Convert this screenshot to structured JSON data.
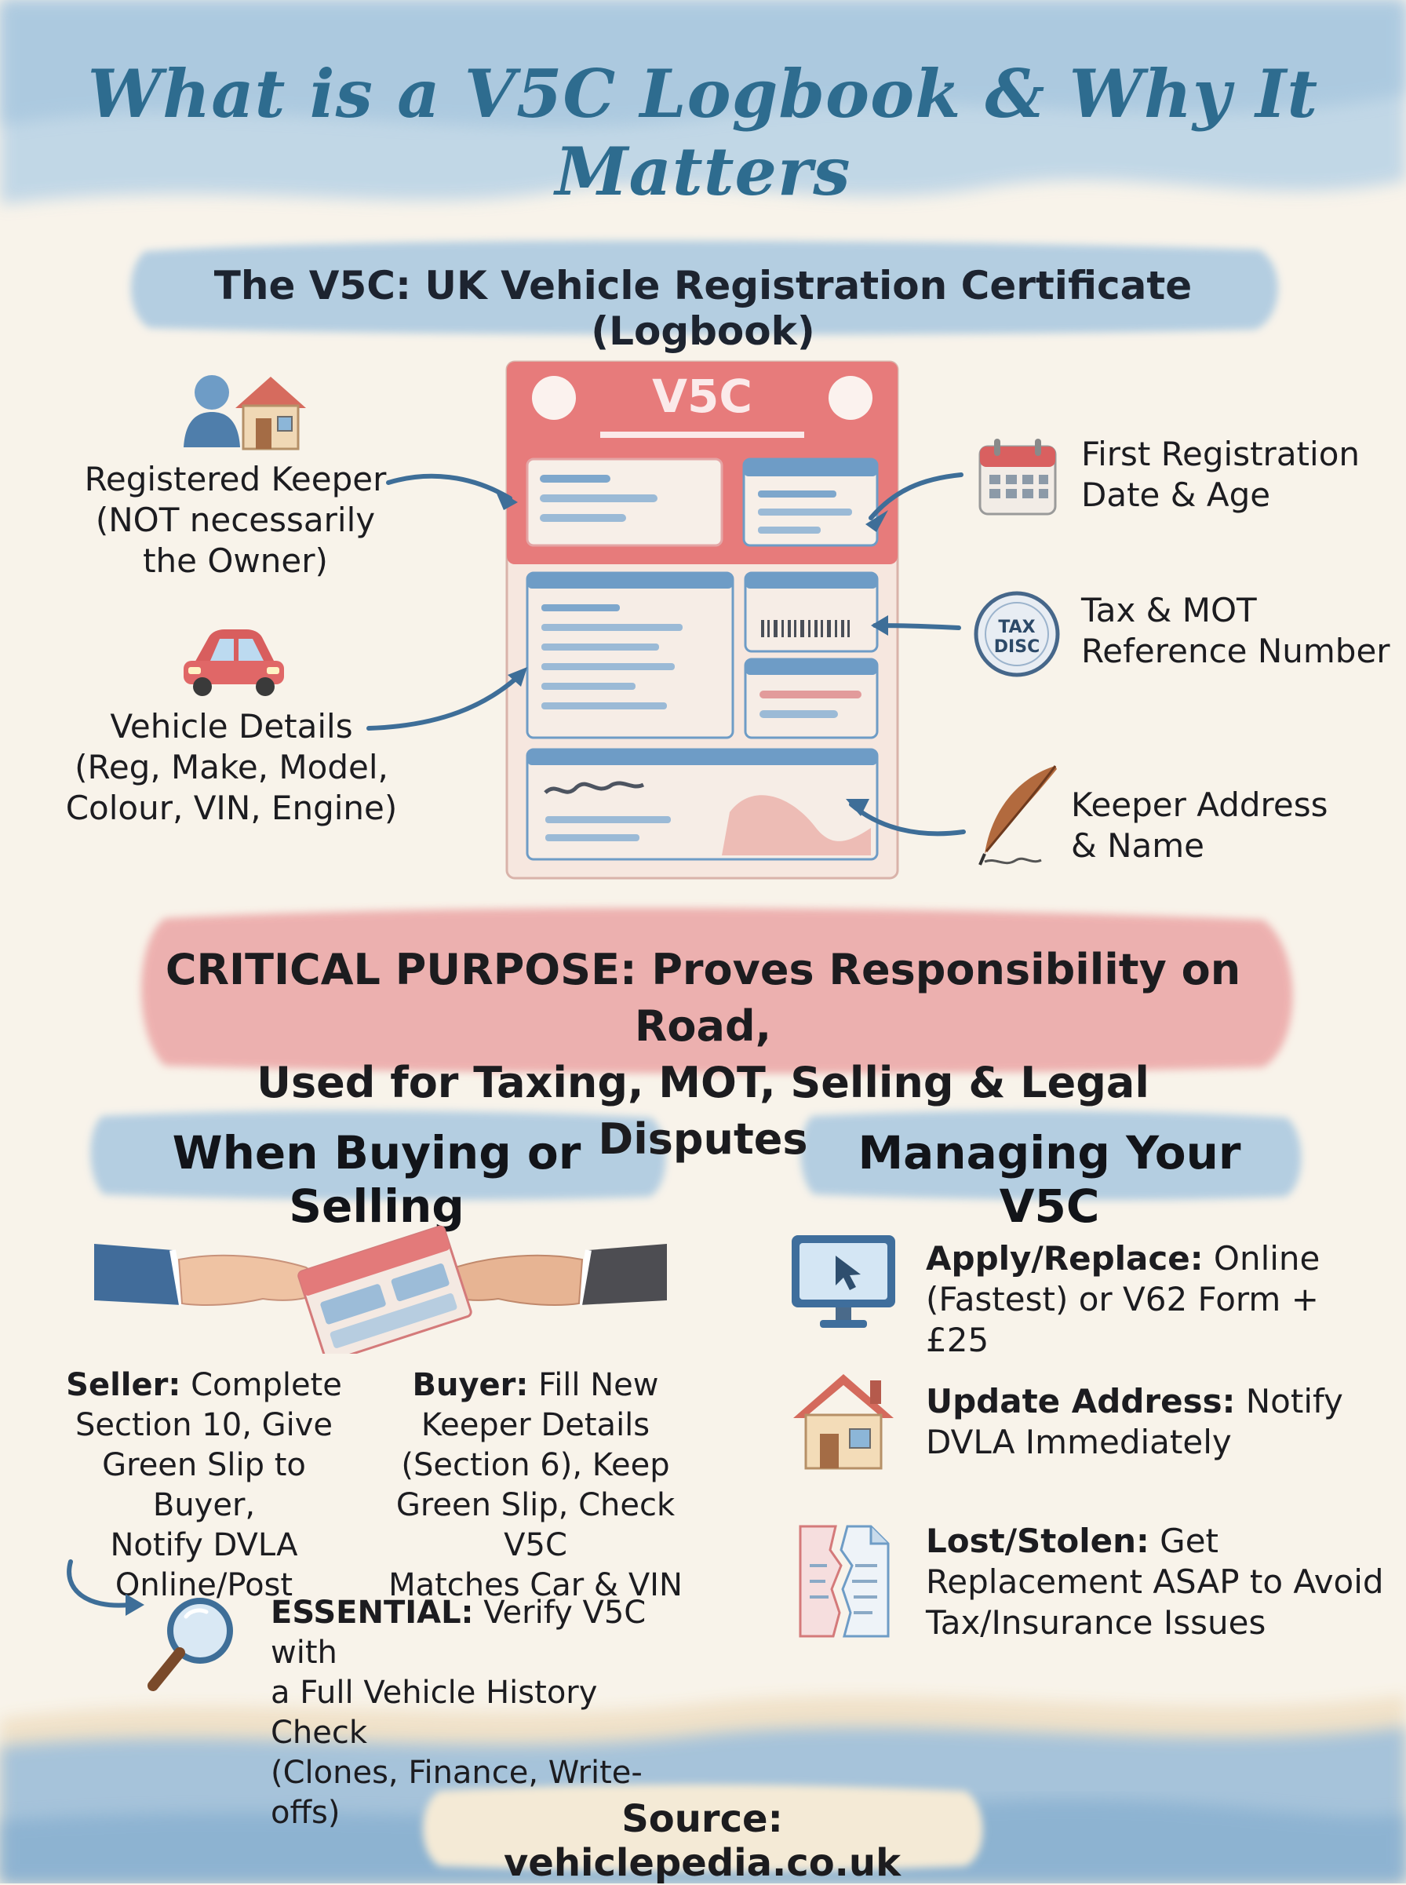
{
  "title": "What is a V5C Logbook & Why It Matters",
  "subtitle": "The V5C: UK Vehicle Registration Certificate (Logbook)",
  "card": {
    "label": "V5C"
  },
  "callouts": {
    "registered_keeper": [
      "Registered Keeper",
      "(NOT necessarily",
      "the Owner)"
    ],
    "vehicle_details": [
      "Vehicle Details",
      "(Reg, Make, Model,",
      "Colour, VIN, Engine)"
    ],
    "first_registration": [
      "First Registration",
      "Date & Age"
    ],
    "tax_mot": [
      "Tax & MOT",
      "Reference Number"
    ],
    "tax_disc_icon": [
      "TAX",
      "DISC"
    ],
    "keeper_address": [
      "Keeper Address",
      "& Name"
    ]
  },
  "critical": [
    "CRITICAL PURPOSE: Proves Responsibility on Road,",
    "Used for Taxing, MOT, Selling & Legal Disputes"
  ],
  "buying": {
    "heading": "When Buying or Selling",
    "seller_label": "Seller:",
    "seller_lines": [
      " Complete",
      "Section 10, Give",
      "Green Slip to Buyer,",
      "Notify DVLA",
      "Online/Post"
    ],
    "buyer_label": "Buyer:",
    "buyer_lines": [
      " Fill New",
      "Keeper Details",
      "(Section 6), Keep",
      "Green Slip, Check V5C",
      "Matches Car & VIN"
    ],
    "essential_label": "ESSENTIAL:",
    "essential_lines": [
      " Verify V5C with",
      "a Full Vehicle History Check",
      "(Clones, Finance, Write-offs)"
    ]
  },
  "managing": {
    "heading": "Managing Your V5C",
    "apply_label": "Apply/Replace:",
    "apply_lines": [
      " Online",
      "(Fastest) or V62 Form + £25"
    ],
    "update_label": "Update Address:",
    "update_lines": [
      " Notify",
      "DVLA Immediately"
    ],
    "lost_label": "Lost/Stolen:",
    "lost_lines": [
      " Get",
      "Replacement ASAP to Avoid",
      "Tax/Insurance Issues"
    ]
  },
  "source": "Source: vehiclepedia.co.uk",
  "colors": {
    "title_blue": "#2e6c8f",
    "wash_blue": "#8db5d3",
    "wash_red": "#e38f8f",
    "card_red": "#e97c7c",
    "card_blue": "#6e9cc6"
  },
  "icons": [
    "person-house-icon",
    "car-icon",
    "calendar-icon",
    "tax-disc-icon",
    "quill-icon",
    "handshake-icon",
    "magnifier-icon",
    "monitor-cursor-icon",
    "house-icon",
    "torn-document-icon",
    "curved-arrow-icon"
  ]
}
